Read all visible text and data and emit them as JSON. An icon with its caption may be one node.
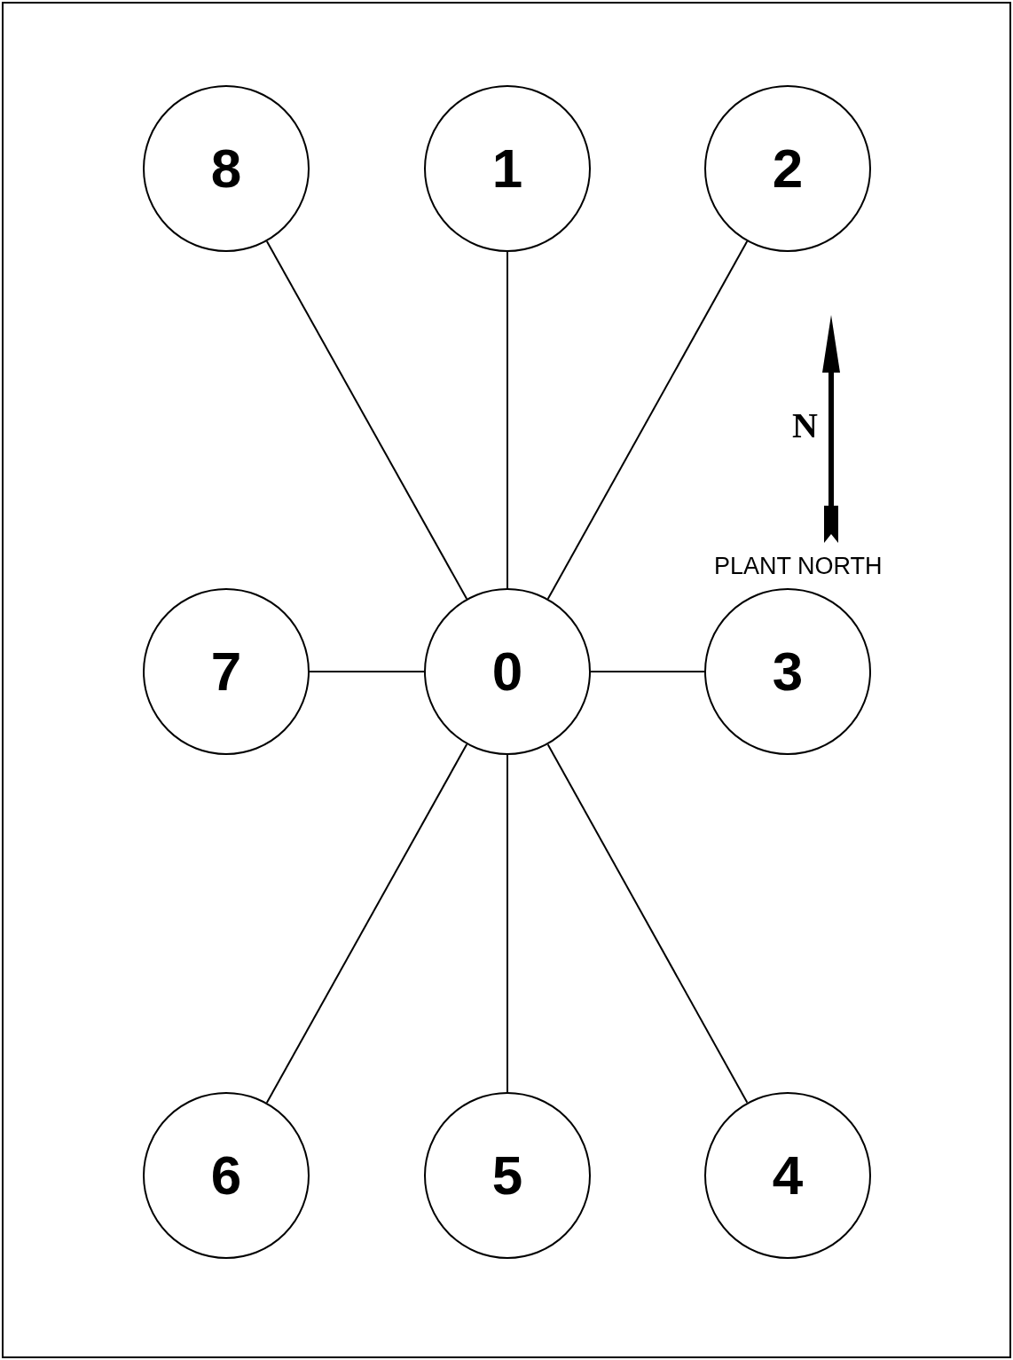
{
  "diagram": {
    "nodes": [
      {
        "text": [
          "8"
        ]
      },
      {
        "text": [
          "1"
        ]
      },
      {
        "text": [
          "2"
        ]
      },
      {
        "text": [
          "7"
        ]
      },
      {
        "text": [
          "0"
        ]
      },
      {
        "text": [
          "3"
        ]
      },
      {
        "text": [
          "6"
        ]
      },
      {
        "text": [
          "5"
        ]
      },
      {
        "text": [
          "4"
        ]
      }
    ],
    "edges": [
      {
        "from": 4,
        "to": 0,
        "arrow": "none"
      },
      {
        "from": 4,
        "to": 1,
        "arrow": "none"
      },
      {
        "from": 4,
        "to": 2,
        "arrow": "none"
      },
      {
        "from": 4,
        "to": 3,
        "arrow": "none"
      },
      {
        "from": 4,
        "to": 5,
        "arrow": "none"
      },
      {
        "from": 4,
        "to": 6,
        "arrow": "none"
      },
      {
        "from": 4,
        "to": 7,
        "arrow": "none"
      },
      {
        "from": 4,
        "to": 8,
        "arrow": "none"
      }
    ],
    "labels": [
      "N",
      "PLANT NORTH"
    ]
  }
}
